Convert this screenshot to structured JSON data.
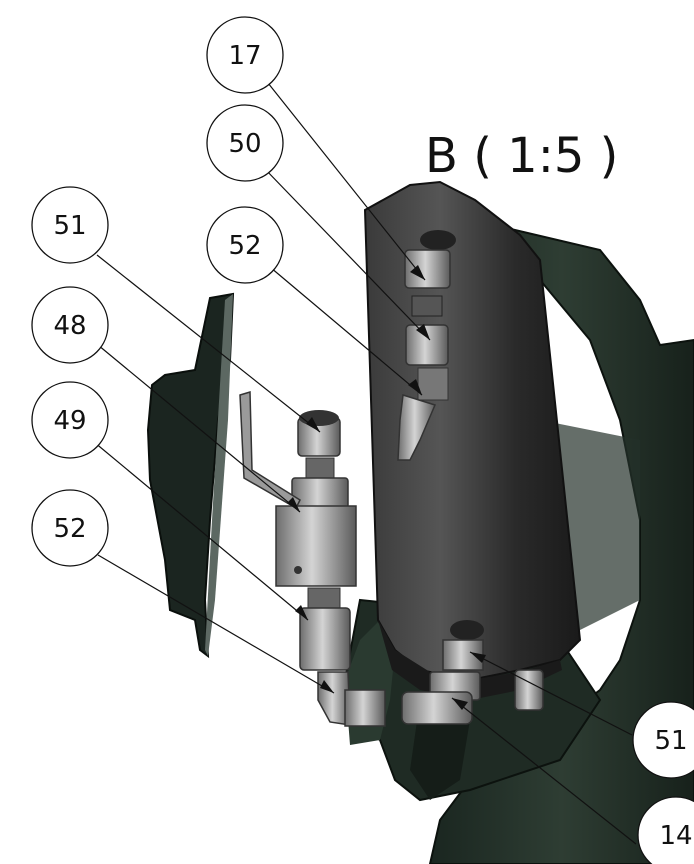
{
  "view_label": "B ( 1:5 )",
  "balloons": [
    {
      "id": "b1",
      "text": "17"
    },
    {
      "id": "b2",
      "text": "50"
    },
    {
      "id": "b3",
      "text": "51"
    },
    {
      "id": "b4",
      "text": "52"
    },
    {
      "id": "b5",
      "text": "48"
    },
    {
      "id": "b6",
      "text": "49"
    },
    {
      "id": "b7",
      "text": "52"
    },
    {
      "id": "b8",
      "text": "51"
    },
    {
      "id": "b9",
      "text": "14"
    }
  ],
  "colors": {
    "background": "#ffffff",
    "machine_dark": "#1e2a22",
    "cylinder": "#2b2b2b",
    "fitting": "#9a9a9a",
    "leader": "#111111"
  }
}
